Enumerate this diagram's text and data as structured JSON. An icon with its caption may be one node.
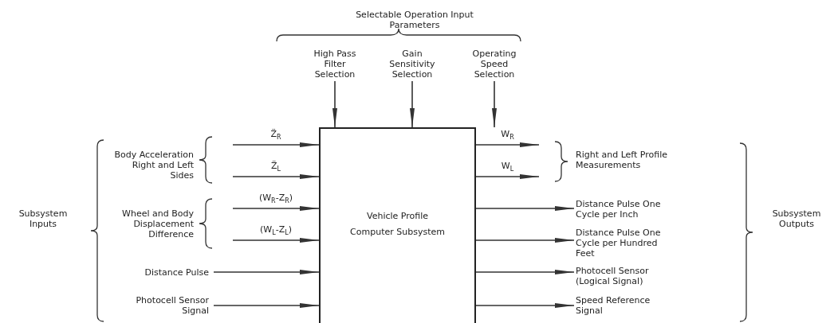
{
  "diagram": {
    "title": "Selectable Operation Input Parameters",
    "nodes": [
      {
        "text": [
          "Vehicle Profile Computer Subsystem"
        ]
      },
      {
        "text": [
          "High Pass Filter Selection"
        ]
      },
      {
        "text": [
          "Gain Sensitivity Selection"
        ]
      },
      {
        "text": [
          "Operating Speed Selection"
        ]
      },
      {
        "text": [
          "Distance Pulse"
        ]
      },
      {
        "text": [
          "Photocell Sensor Signal"
        ]
      },
      {
        "text": [
          "Distance Pulse One Cycle per Inch"
        ]
      },
      {
        "text": [
          "Distance Pulse One Cycle per Hundred Feet"
        ]
      },
      {
        "text": [
          "Photocell Sensor (Logical Signal)"
        ]
      },
      {
        "text": [
          "Speed Reference Signal"
        ]
      }
    ],
    "edges": [
      {
        "from": 1,
        "to": 0,
        "arrow": "to"
      },
      {
        "from": 2,
        "to": 0,
        "arrow": "to"
      },
      {
        "from": 3,
        "to": 0,
        "arrow": "to"
      },
      {
        "from": null,
        "to": 0,
        "arrow": "to",
        "label": "Z̈$_{R}$"
      },
      {
        "from": null,
        "to": 0,
        "arrow": "to",
        "label": "Z̈$_{L}$"
      },
      {
        "from": null,
        "to": 0,
        "arrow": "to",
        "label": "(W$_{R}$-Z$_{R}$)"
      },
      {
        "from": null,
        "to": 0,
        "arrow": "to",
        "label": "(W$_{L}$-Z$_{L}$)"
      },
      {
        "from": 4,
        "to": 0,
        "arrow": "to"
      },
      {
        "from": 5,
        "to": 0,
        "arrow": "to"
      },
      {
        "from": 0,
        "to": null,
        "arrow": "to",
        "label": "W$_{R}$"
      },
      {
        "from": 0,
        "to": null,
        "arrow": "to",
        "label": "W$_{L}$"
      },
      {
        "from": 0,
        "to": 6,
        "arrow": "to"
      },
      {
        "from": 0,
        "to": 7,
        "arrow": "to"
      },
      {
        "from": 0,
        "to": 8,
        "arrow": "to"
      },
      {
        "from": 0,
        "to": 9,
        "arrow": "to"
      }
    ],
    "labels": [
      "Body Acceleration Right and Left Sides",
      "Wheel and Body Displacement Difference",
      "Subsystem Inputs",
      "Right and Left Profile Measurements",
      "Subsystem Outputs"
    ]
  }
}
